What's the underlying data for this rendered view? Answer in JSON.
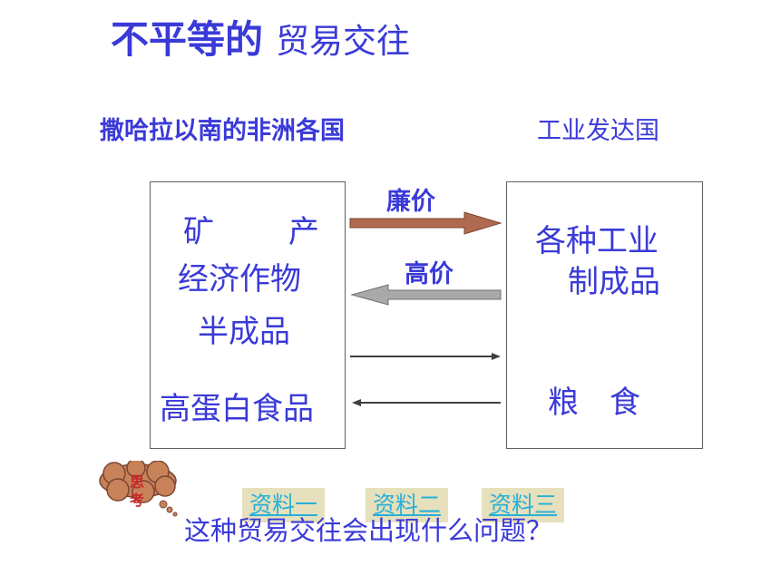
{
  "title": {
    "bold": "不平等的",
    "normal": "贸易交往"
  },
  "left_heading": "撒哈拉以南的非洲各国",
  "right_heading": "工业发达国",
  "left_box": {
    "line1_a": "矿",
    "line1_b": "产",
    "line2": "经济作物",
    "line3": "半成品",
    "line4": "高蛋白食品"
  },
  "right_box": {
    "line1": "各种工业",
    "line2": "制成品",
    "line3": "粮　食"
  },
  "arrows": {
    "cheap_label": "廉价",
    "high_label": "高价"
  },
  "think_bubble": {
    "char1": "思",
    "char2": "考"
  },
  "tags": [
    "资料一",
    "资料二",
    "资料三"
  ],
  "question": "这种贸易交往会出现什么问题？",
  "colors": {
    "text": "#3a3ad8",
    "arrow_brown": "#b06a4f",
    "arrow_gray": "#a9a9a9",
    "bubble": "#c8825a",
    "tag_bg": "#e6e0bd",
    "tag_text": "#27b0d8"
  }
}
